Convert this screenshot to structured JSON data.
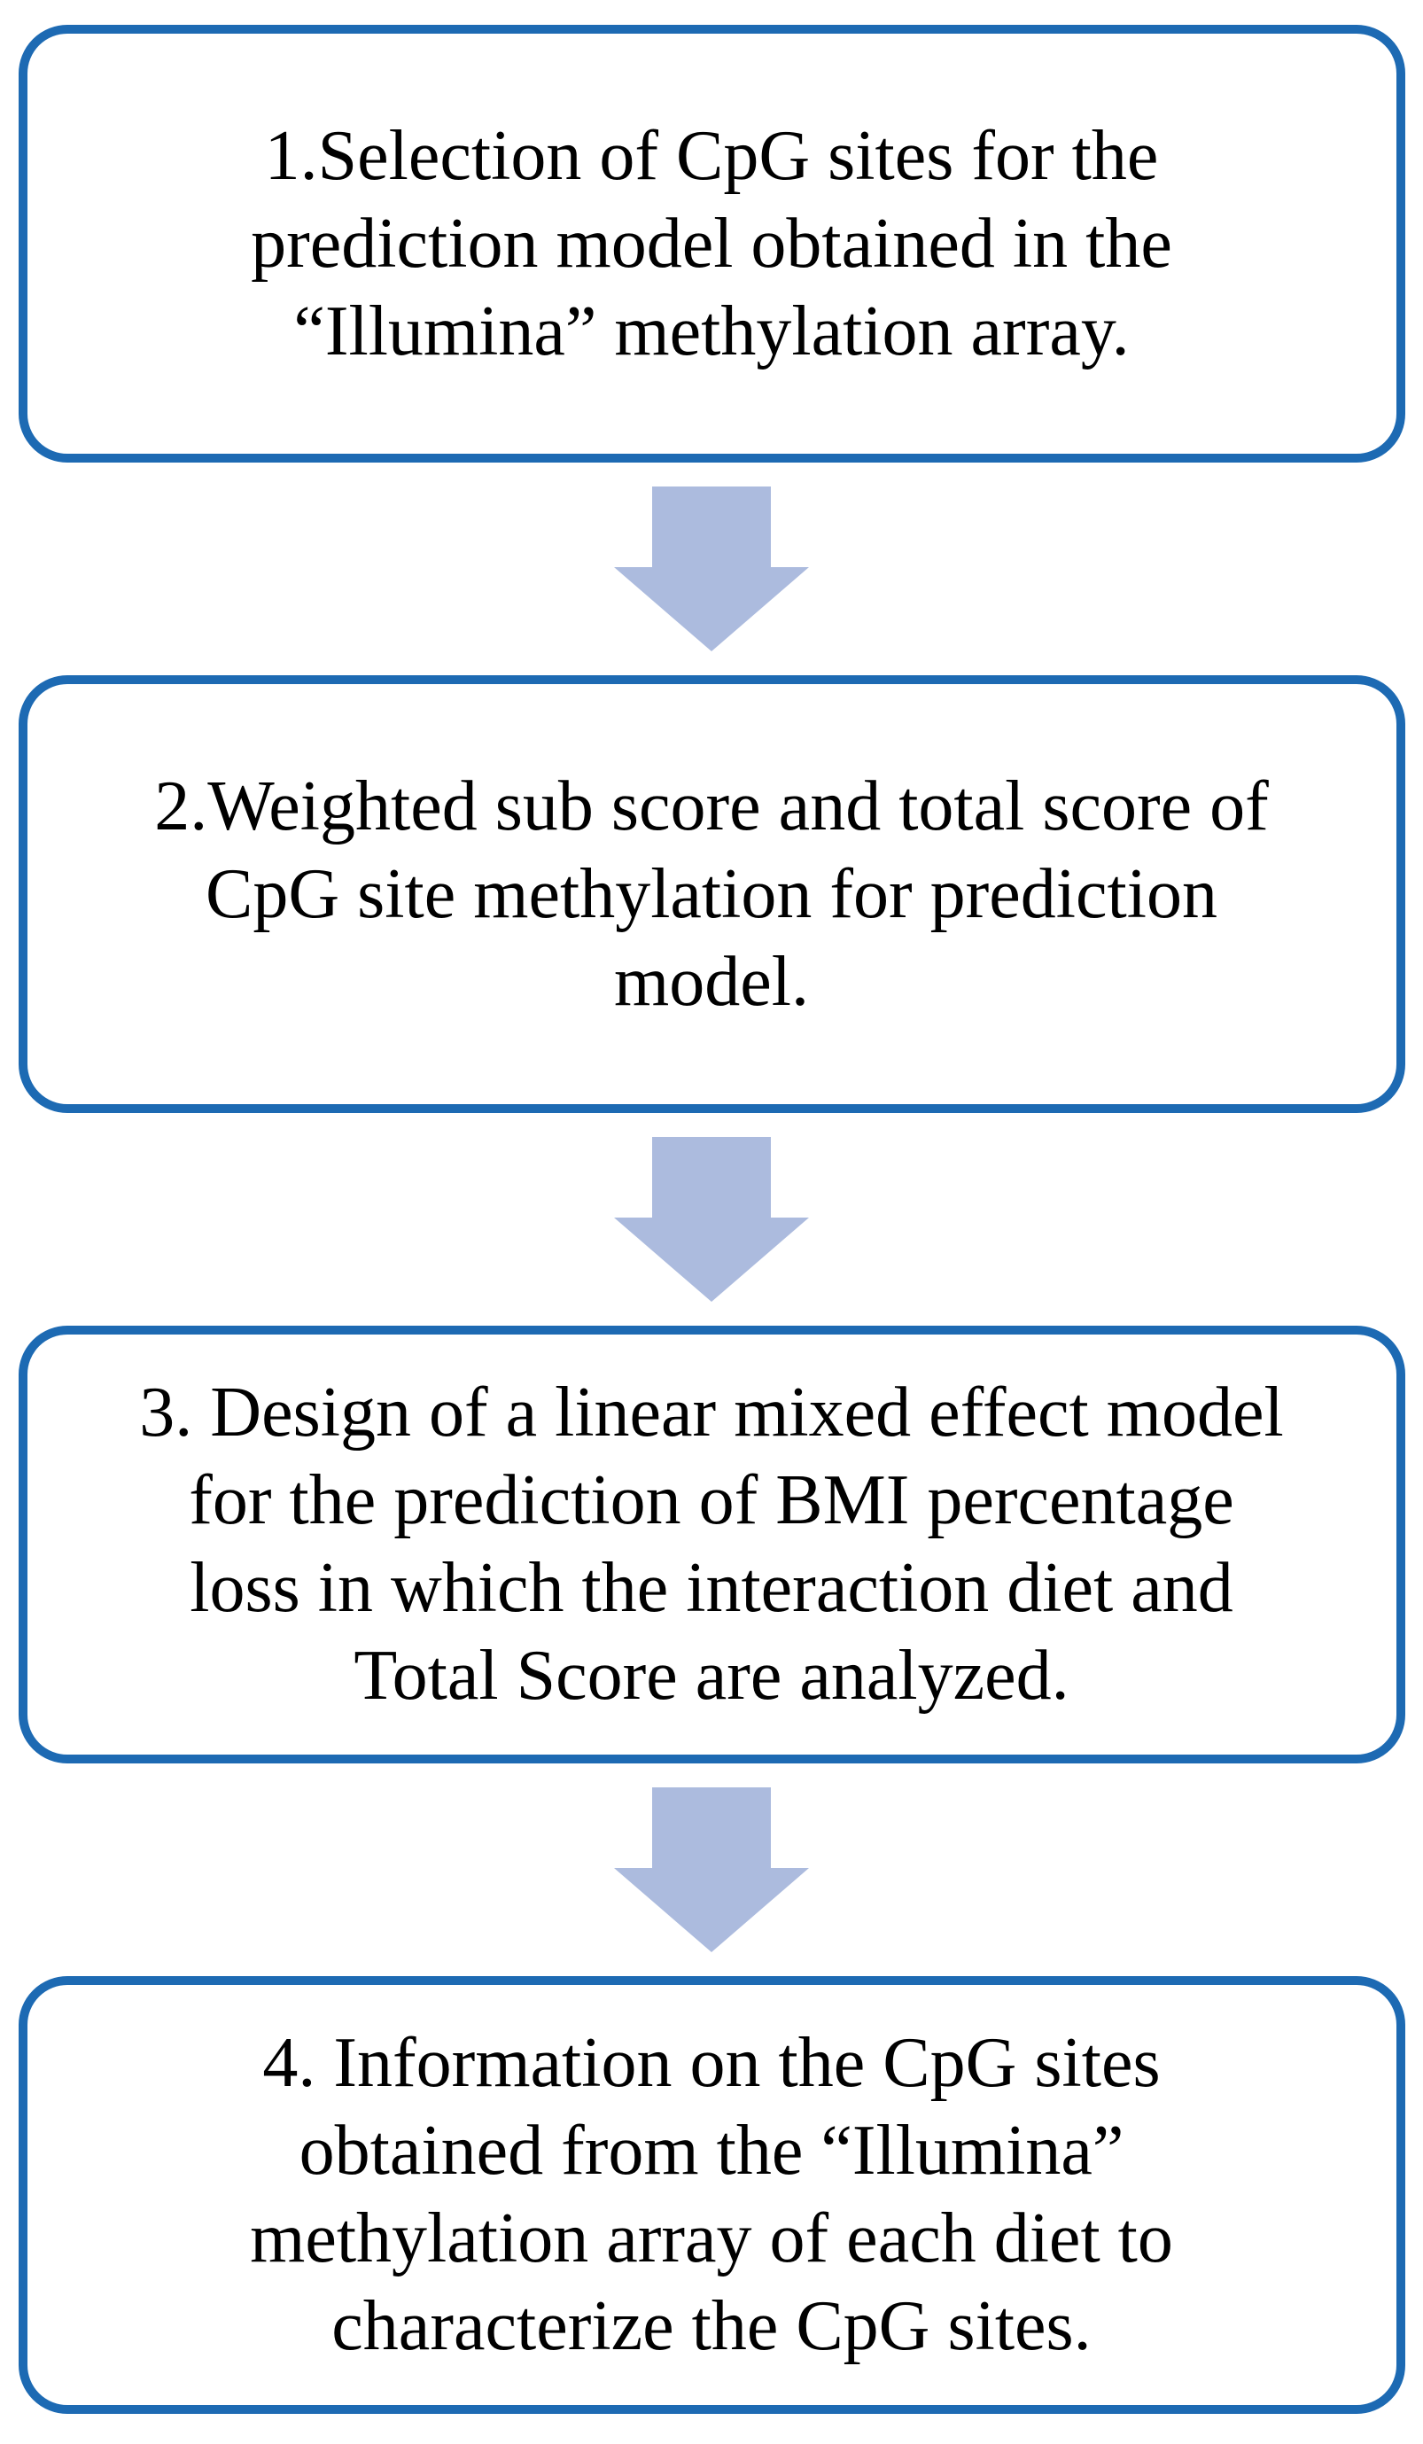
{
  "figure": {
    "type": "flowchart",
    "direction": "vertical",
    "step_count": 4
  },
  "colors": {
    "box_border": "#1D6AB3",
    "arrow_fill": "#ACBBDE",
    "text": "#000000",
    "background": "#FFFFFF"
  },
  "steps": [
    {
      "lines": [
        "1.Selection of CpG sites for the",
        "prediction model obtained in the",
        "“Illumina” methylation array."
      ]
    },
    {
      "lines": [
        "2.Weighted sub score and total score of",
        "CpG site methylation for prediction",
        "model."
      ]
    },
    {
      "lines": [
        "3. Design of a linear mixed effect model",
        "for the prediction of BMI percentage",
        "loss in which the interaction diet and",
        "Total Score are analyzed."
      ]
    },
    {
      "lines": [
        "4. Information on the CpG sites",
        "obtained from the “Illumina”",
        "methylation array of each diet to",
        "characterize the CpG sites."
      ]
    }
  ],
  "arrows": [
    {
      "icon": "down-arrow"
    },
    {
      "icon": "down-arrow"
    },
    {
      "icon": "down-arrow"
    }
  ]
}
